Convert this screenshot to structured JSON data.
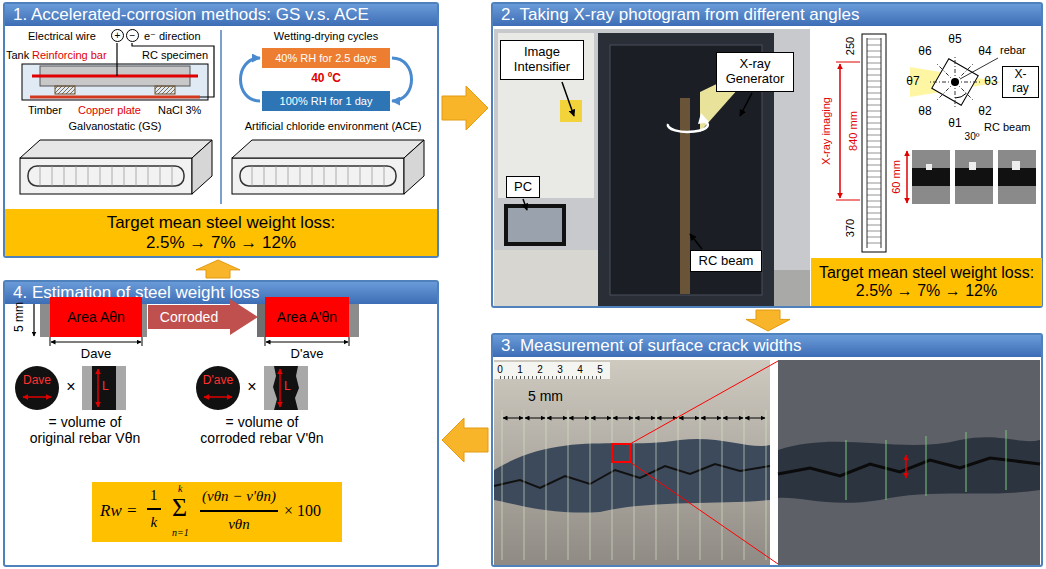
{
  "diagram": {
    "nodes": [
      {
        "text": [
          "1. Accelerated-corrosion methods: GS v.s. ACE"
        ]
      },
      {
        "text": [
          "40% RH for 2.5 days"
        ],
        "in": 0
      },
      {
        "text": [
          "100% RH for 1 day"
        ],
        "in": 0
      },
      {
        "text": [
          "Target mean steel weight loss: 2.5% → 7% → 12%"
        ],
        "in": 0
      },
      {
        "text": [
          "2. Taking X-ray photogram from different angles"
        ]
      },
      {
        "text": [
          "Image Intensifier"
        ],
        "in": 4
      },
      {
        "text": [
          "X-ray Generator"
        ],
        "in": 4
      },
      {
        "text": [
          "PC"
        ],
        "in": 4
      },
      {
        "text": [
          "RC beam"
        ],
        "in": 4
      },
      {
        "text": [
          "X-ray"
        ],
        "in": 4
      },
      {
        "text": [
          "Target mean steel weight loss: 2.5% → 7% → 12%"
        ],
        "in": 4
      },
      {
        "text": [
          "3. Measurement of surface crack widths"
        ]
      },
      {
        "text": [
          "4. Estimation of steel weight loss"
        ]
      },
      {
        "text": [
          "Area Aθn"
        ],
        "in": 12
      },
      {
        "text": [
          "Corroded"
        ],
        "in": 12
      },
      {
        "text": [
          "Area A'θn"
        ],
        "in": 12
      },
      {
        "text": [
          "Dave"
        ],
        "in": 12
      },
      {
        "text": [
          "D'ave"
        ],
        "in": 12
      },
      {
        "text": [
          "Rw =",
          "1",
          "k",
          "k",
          "Σ",
          "n=1",
          "(vθn − v'θn)",
          "vθn",
          "× 100"
        ],
        "in": 12
      }
    ],
    "edges": [
      {
        "from": 0,
        "to": 4,
        "arrow": "to"
      },
      {
        "from": 4,
        "to": 11,
        "arrow": "to"
      },
      {
        "from": 11,
        "to": 12,
        "arrow": "to"
      },
      {
        "from": 12,
        "to": 0,
        "arrow": "to"
      },
      {
        "from": 1,
        "to": 2,
        "arrow": "to"
      },
      {
        "from": 2,
        "to": 1,
        "arrow": "to"
      }
    ],
    "labels": [
      "Electrical wire",
      "+",
      "−",
      "e⁻ direction",
      "Tank",
      "Reinforcing bar",
      "RC specimen",
      "Timber",
      "Copper plate",
      "NaCl 3%",
      "Galvanostatic (GS)",
      "Wetting-drying cycles",
      "40 ºC",
      "Artificial chloride environment (ACE)",
      "250",
      "X-ray imaging",
      "840 mm",
      "370",
      "θ6",
      "θ5",
      "θ4",
      "rebar",
      "θ7",
      "θ3",
      "θ8",
      "θ1",
      "θ2",
      "30º",
      "RC beam",
      "60 mm",
      "0",
      "1",
      "2",
      "3",
      "4",
      "5",
      "5 mm",
      "5 mm",
      "Dave",
      "D'ave",
      "×",
      "L",
      "= volume of original rebar Vθn",
      "×",
      "L",
      "= volume of corroded rebar V'θn"
    ]
  }
}
